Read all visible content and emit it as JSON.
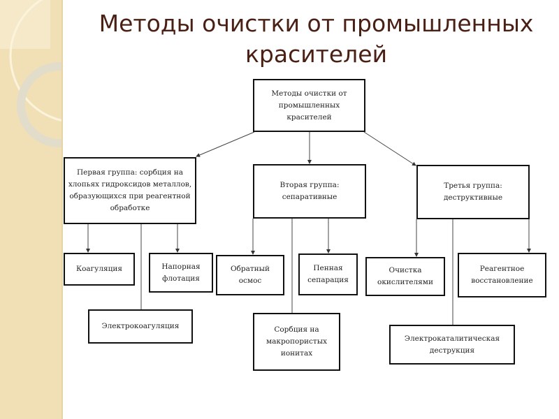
{
  "title": {
    "line1": "Методы очистки от промышленных",
    "line2": "красителей"
  },
  "diagram": {
    "root": "Методы очистки от промышленных красителей",
    "group1": "Первая группа: сорбция на хлопьях гидроксидов металлов, образующихся при реагентной обработке",
    "group2": "Вторая группа: сепаративные",
    "group3": "Третья группа: деструктивные",
    "coagulation": "Коагуляция",
    "pressure_flotation": "Напорная флотация",
    "electrocoagulation": "Электрокоагуляция",
    "reverse_osmosis": "Обратный осмос",
    "foam_separation": "Пенная сепарация",
    "sorption_ionites": "Сорбция на макропористых ионитах",
    "oxidant_cleaning": "Очистка окислителями",
    "reagent_reduction": "Реагентное восстановление",
    "electrocatalytic": "Электрокаталитическая деструкция"
  }
}
